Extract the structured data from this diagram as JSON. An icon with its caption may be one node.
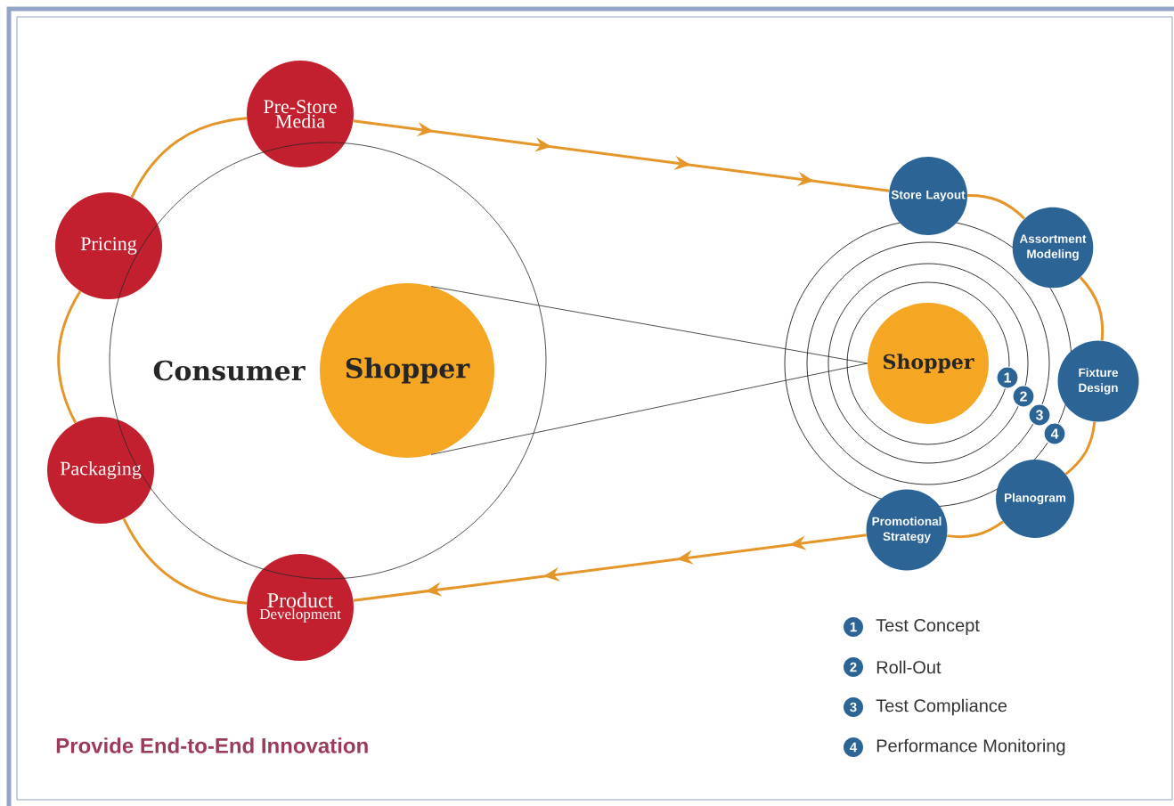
{
  "diagram": {
    "caption": "Provide End-to-End Innovation",
    "nodes": [
      {
        "text": [
          "Pre-Store Media"
        ]
      },
      {
        "text": [
          "Pricing"
        ]
      },
      {
        "text": [
          "Packaging"
        ]
      },
      {
        "text": [
          "Product",
          "Development"
        ]
      },
      {
        "text": [
          "Consumer"
        ]
      },
      {
        "text": [
          "Shopper"
        ],
        "in": 4
      },
      {
        "text": [
          "Store Layout"
        ]
      },
      {
        "text": [
          "Assortment Modeling"
        ]
      },
      {
        "text": [
          "Fixture Design"
        ]
      },
      {
        "text": [
          "Planogram"
        ]
      },
      {
        "text": [
          "Promotional Strategy"
        ]
      },
      {
        "text": [
          "Shopper"
        ]
      },
      {
        "text": [
          "1"
        ]
      },
      {
        "text": [
          "2"
        ]
      },
      {
        "text": [
          "3"
        ]
      },
      {
        "text": [
          "4"
        ]
      }
    ],
    "edges": [
      {
        "from": 0,
        "to": 1,
        "arrow": "none"
      },
      {
        "from": 1,
        "to": 2,
        "arrow": "none"
      },
      {
        "from": 2,
        "to": 3,
        "arrow": "none"
      },
      {
        "from": 0,
        "to": 6,
        "arrow": "to"
      },
      {
        "from": 6,
        "to": 7,
        "arrow": "none"
      },
      {
        "from": 7,
        "to": 8,
        "arrow": "none"
      },
      {
        "from": 8,
        "to": 9,
        "arrow": "none"
      },
      {
        "from": 9,
        "to": 10,
        "arrow": "none"
      },
      {
        "from": 10,
        "to": 3,
        "arrow": "to"
      },
      {
        "from": 5,
        "to": 11,
        "arrow": "none",
        "color": "#222222"
      },
      {
        "from": 5,
        "to": 11,
        "arrow": "none",
        "color": "#222222"
      }
    ],
    "labels": [
      "1",
      "2",
      "3",
      "4"
    ],
    "legend": [
      {
        "text": "Test Concept"
      },
      {
        "text": "Roll-Out"
      },
      {
        "text": "Test Compliance"
      },
      {
        "text": "Performance Monitoring"
      }
    ]
  }
}
